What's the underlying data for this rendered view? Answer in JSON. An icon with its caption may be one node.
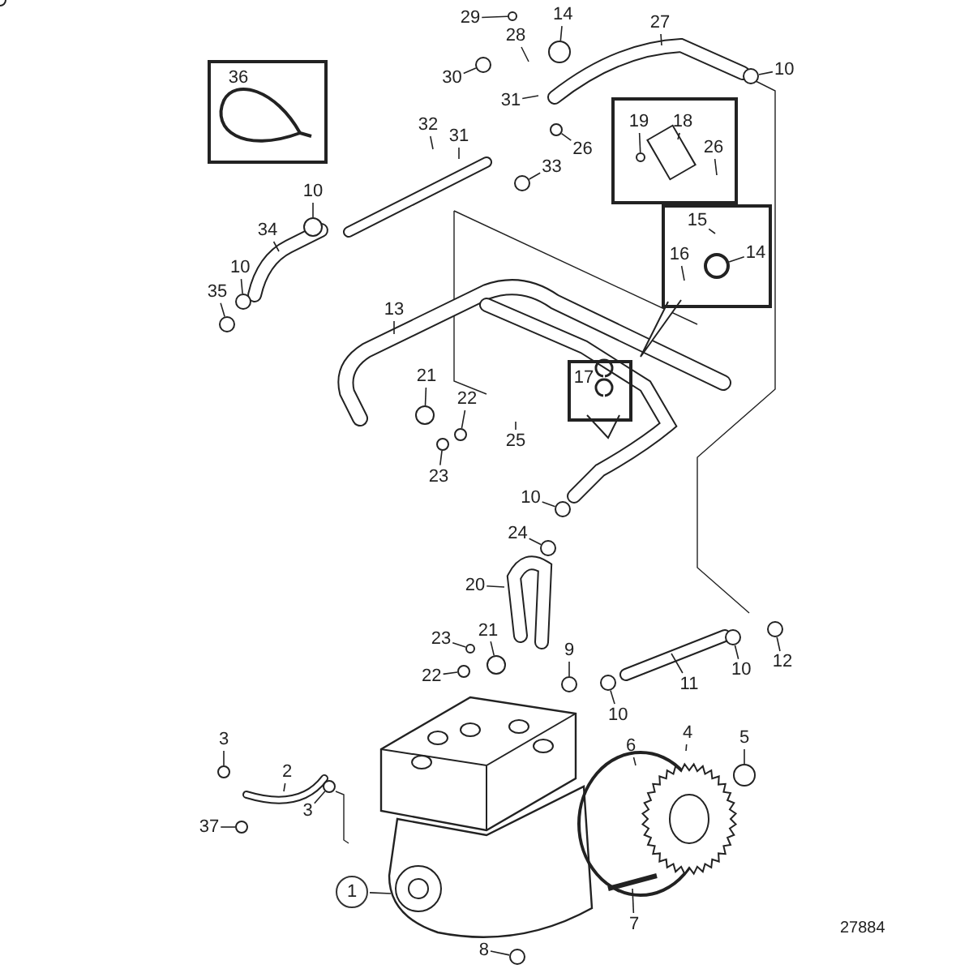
{
  "diagram": {
    "nodes": [
      {
        "text": [
          "29"
        ]
      },
      {
        "text": [
          "14"
        ]
      },
      {
        "text": [
          "27"
        ]
      },
      {
        "text": [
          "28"
        ]
      },
      {
        "text": [
          "10"
        ]
      },
      {
        "text": [
          "30"
        ]
      },
      {
        "text": [
          "31"
        ]
      },
      {
        "text": [
          "26"
        ]
      },
      {
        "text": [],
        "shape": "box"
      },
      {
        "text": [
          "36"
        ],
        "in": 8
      },
      {
        "text": [],
        "shape": "box"
      },
      {
        "text": [
          "19"
        ],
        "in": 10
      },
      {
        "text": [
          "18"
        ],
        "in": 10
      },
      {
        "text": [
          "26"
        ],
        "in": 10
      },
      {
        "text": [],
        "shape": "box"
      },
      {
        "text": [
          "15"
        ],
        "in": 14
      },
      {
        "text": [
          "16"
        ],
        "in": 14
      },
      {
        "text": [
          "14"
        ],
        "in": 14
      },
      {
        "text": [
          "32"
        ]
      },
      {
        "text": [
          "31"
        ]
      },
      {
        "text": [
          "33"
        ]
      },
      {
        "text": [
          "10"
        ]
      },
      {
        "text": [
          "34"
        ]
      },
      {
        "text": [
          "10"
        ]
      },
      {
        "text": [
          "35"
        ]
      },
      {
        "text": [
          "13"
        ]
      },
      {
        "text": [
          "21"
        ]
      },
      {
        "text": [
          "22"
        ]
      },
      {
        "text": [
          "23"
        ]
      },
      {
        "text": [],
        "shape": "box"
      },
      {
        "text": [
          "17"
        ],
        "in": 29
      },
      {
        "text": [
          "25"
        ]
      },
      {
        "text": [
          "10"
        ]
      },
      {
        "text": [
          "24"
        ]
      },
      {
        "text": [
          "20"
        ]
      },
      {
        "text": [
          "23"
        ]
      },
      {
        "text": [
          "22"
        ]
      },
      {
        "text": [
          "21"
        ]
      },
      {
        "text": [
          "9"
        ]
      },
      {
        "text": [
          "11"
        ]
      },
      {
        "text": [
          "10"
        ]
      },
      {
        "text": [
          "10"
        ]
      },
      {
        "text": [
          "12"
        ]
      },
      {
        "text": [
          "3"
        ]
      },
      {
        "text": [
          "2"
        ]
      },
      {
        "text": [
          "3"
        ]
      },
      {
        "text": [
          "37"
        ]
      },
      {
        "text": [
          "6"
        ]
      },
      {
        "text": [
          "4"
        ]
      },
      {
        "text": [
          "5"
        ]
      },
      {
        "text": [
          "1"
        ]
      },
      {
        "text": [
          "7"
        ]
      },
      {
        "text": [
          "8"
        ]
      },
      {
        "text": [],
        "shape": "circle"
      },
      {
        "text": [],
        "shape": "circle"
      },
      {
        "text": [],
        "shape": "circle"
      },
      {
        "text": [],
        "shape": "circle"
      },
      {
        "text": [],
        "shape": "circle"
      },
      {
        "text": [],
        "shape": "circle",
        "in": 10
      },
      {
        "text": [],
        "shape": "circle",
        "in": 14
      },
      {
        "text": [],
        "shape": "circle"
      },
      {
        "text": [],
        "shape": "circle"
      },
      {
        "text": [],
        "shape": "circle"
      },
      {
        "text": [],
        "shape": "circle"
      },
      {
        "text": [],
        "shape": "circle"
      },
      {
        "text": [],
        "shape": "circle"
      },
      {
        "text": [],
        "shape": "circle"
      },
      {
        "text": [],
        "shape": "circle"
      },
      {
        "text": [],
        "shape": "circle"
      },
      {
        "text": [],
        "shape": "circle"
      },
      {
        "text": [],
        "shape": "circle"
      },
      {
        "text": [],
        "shape": "circle"
      },
      {
        "text": [],
        "shape": "circle"
      },
      {
        "text": [],
        "shape": "circle"
      },
      {
        "text": [],
        "shape": "circle"
      },
      {
        "text": [],
        "shape": "circle"
      },
      {
        "text": [],
        "shape": "circle"
      },
      {
        "text": [],
        "shape": "circle"
      },
      {
        "text": [],
        "shape": "circle"
      },
      {
        "text": [],
        "shape": "circle"
      },
      {
        "text": [],
        "shape": "circle"
      },
      {
        "text": [],
        "shape": "circle"
      }
    ],
    "edges": [
      {
        "from": 0,
        "to": 53,
        "arrow": "none"
      },
      {
        "from": 1,
        "to": 54,
        "arrow": "none"
      },
      {
        "from": 2,
        "to": null,
        "arrow": "none"
      },
      {
        "from": 3,
        "to": null,
        "arrow": "none"
      },
      {
        "from": 4,
        "to": 55,
        "arrow": "none"
      },
      {
        "from": 5,
        "to": 56,
        "arrow": "none"
      },
      {
        "from": 6,
        "to": null,
        "arrow": "none"
      },
      {
        "from": 7,
        "to": 57,
        "arrow": "none"
      },
      {
        "from": 11,
        "to": 58,
        "arrow": "none"
      },
      {
        "from": 12,
        "to": null,
        "arrow": "none"
      },
      {
        "from": 13,
        "to": null,
        "arrow": "none"
      },
      {
        "from": 15,
        "to": null,
        "arrow": "none"
      },
      {
        "from": 16,
        "to": null,
        "arrow": "none"
      },
      {
        "from": 17,
        "to": 59,
        "arrow": "none"
      },
      {
        "from": 18,
        "to": null,
        "arrow": "none"
      },
      {
        "from": 19,
        "to": null,
        "arrow": "none"
      },
      {
        "from": 20,
        "to": 60,
        "arrow": "none"
      },
      {
        "from": 21,
        "to": 61,
        "arrow": "none"
      },
      {
        "from": 22,
        "to": null,
        "arrow": "none"
      },
      {
        "from": 23,
        "to": 62,
        "arrow": "none"
      },
      {
        "from": 24,
        "to": 63,
        "arrow": "none"
      },
      {
        "from": 25,
        "to": null,
        "arrow": "none"
      },
      {
        "from": 26,
        "to": 64,
        "arrow": "none"
      },
      {
        "from": 27,
        "to": 65,
        "arrow": "none"
      },
      {
        "from": 28,
        "to": 66,
        "arrow": "none"
      },
      {
        "from": 31,
        "to": null,
        "arrow": "none"
      },
      {
        "from": 32,
        "to": 67,
        "arrow": "none"
      },
      {
        "from": 33,
        "to": 68,
        "arrow": "none"
      },
      {
        "from": 34,
        "to": null,
        "arrow": "none"
      },
      {
        "from": 35,
        "to": 69,
        "arrow": "none"
      },
      {
        "from": 36,
        "to": 70,
        "arrow": "none"
      },
      {
        "from": 37,
        "to": 71,
        "arrow": "none"
      },
      {
        "from": 38,
        "to": 72,
        "arrow": "none"
      },
      {
        "from": 39,
        "to": null,
        "arrow": "none"
      },
      {
        "from": 40,
        "to": 73,
        "arrow": "none"
      },
      {
        "from": 41,
        "to": 74,
        "arrow": "none"
      },
      {
        "from": 42,
        "to": 75,
        "arrow": "none"
      },
      {
        "from": 43,
        "to": 76,
        "arrow": "none"
      },
      {
        "from": 44,
        "to": null,
        "arrow": "none"
      },
      {
        "from": 45,
        "to": 77,
        "arrow": "none"
      },
      {
        "from": 46,
        "to": 78,
        "arrow": "none"
      },
      {
        "from": 47,
        "to": null,
        "arrow": "none"
      },
      {
        "from": 48,
        "to": null,
        "arrow": "none"
      },
      {
        "from": 49,
        "to": 79,
        "arrow": "none"
      },
      {
        "from": 50,
        "to": null,
        "arrow": "none"
      },
      {
        "from": 51,
        "to": null,
        "arrow": "none"
      },
      {
        "from": 52,
        "to": 80,
        "arrow": "none"
      }
    ],
    "labels": [
      "27884"
    ]
  }
}
